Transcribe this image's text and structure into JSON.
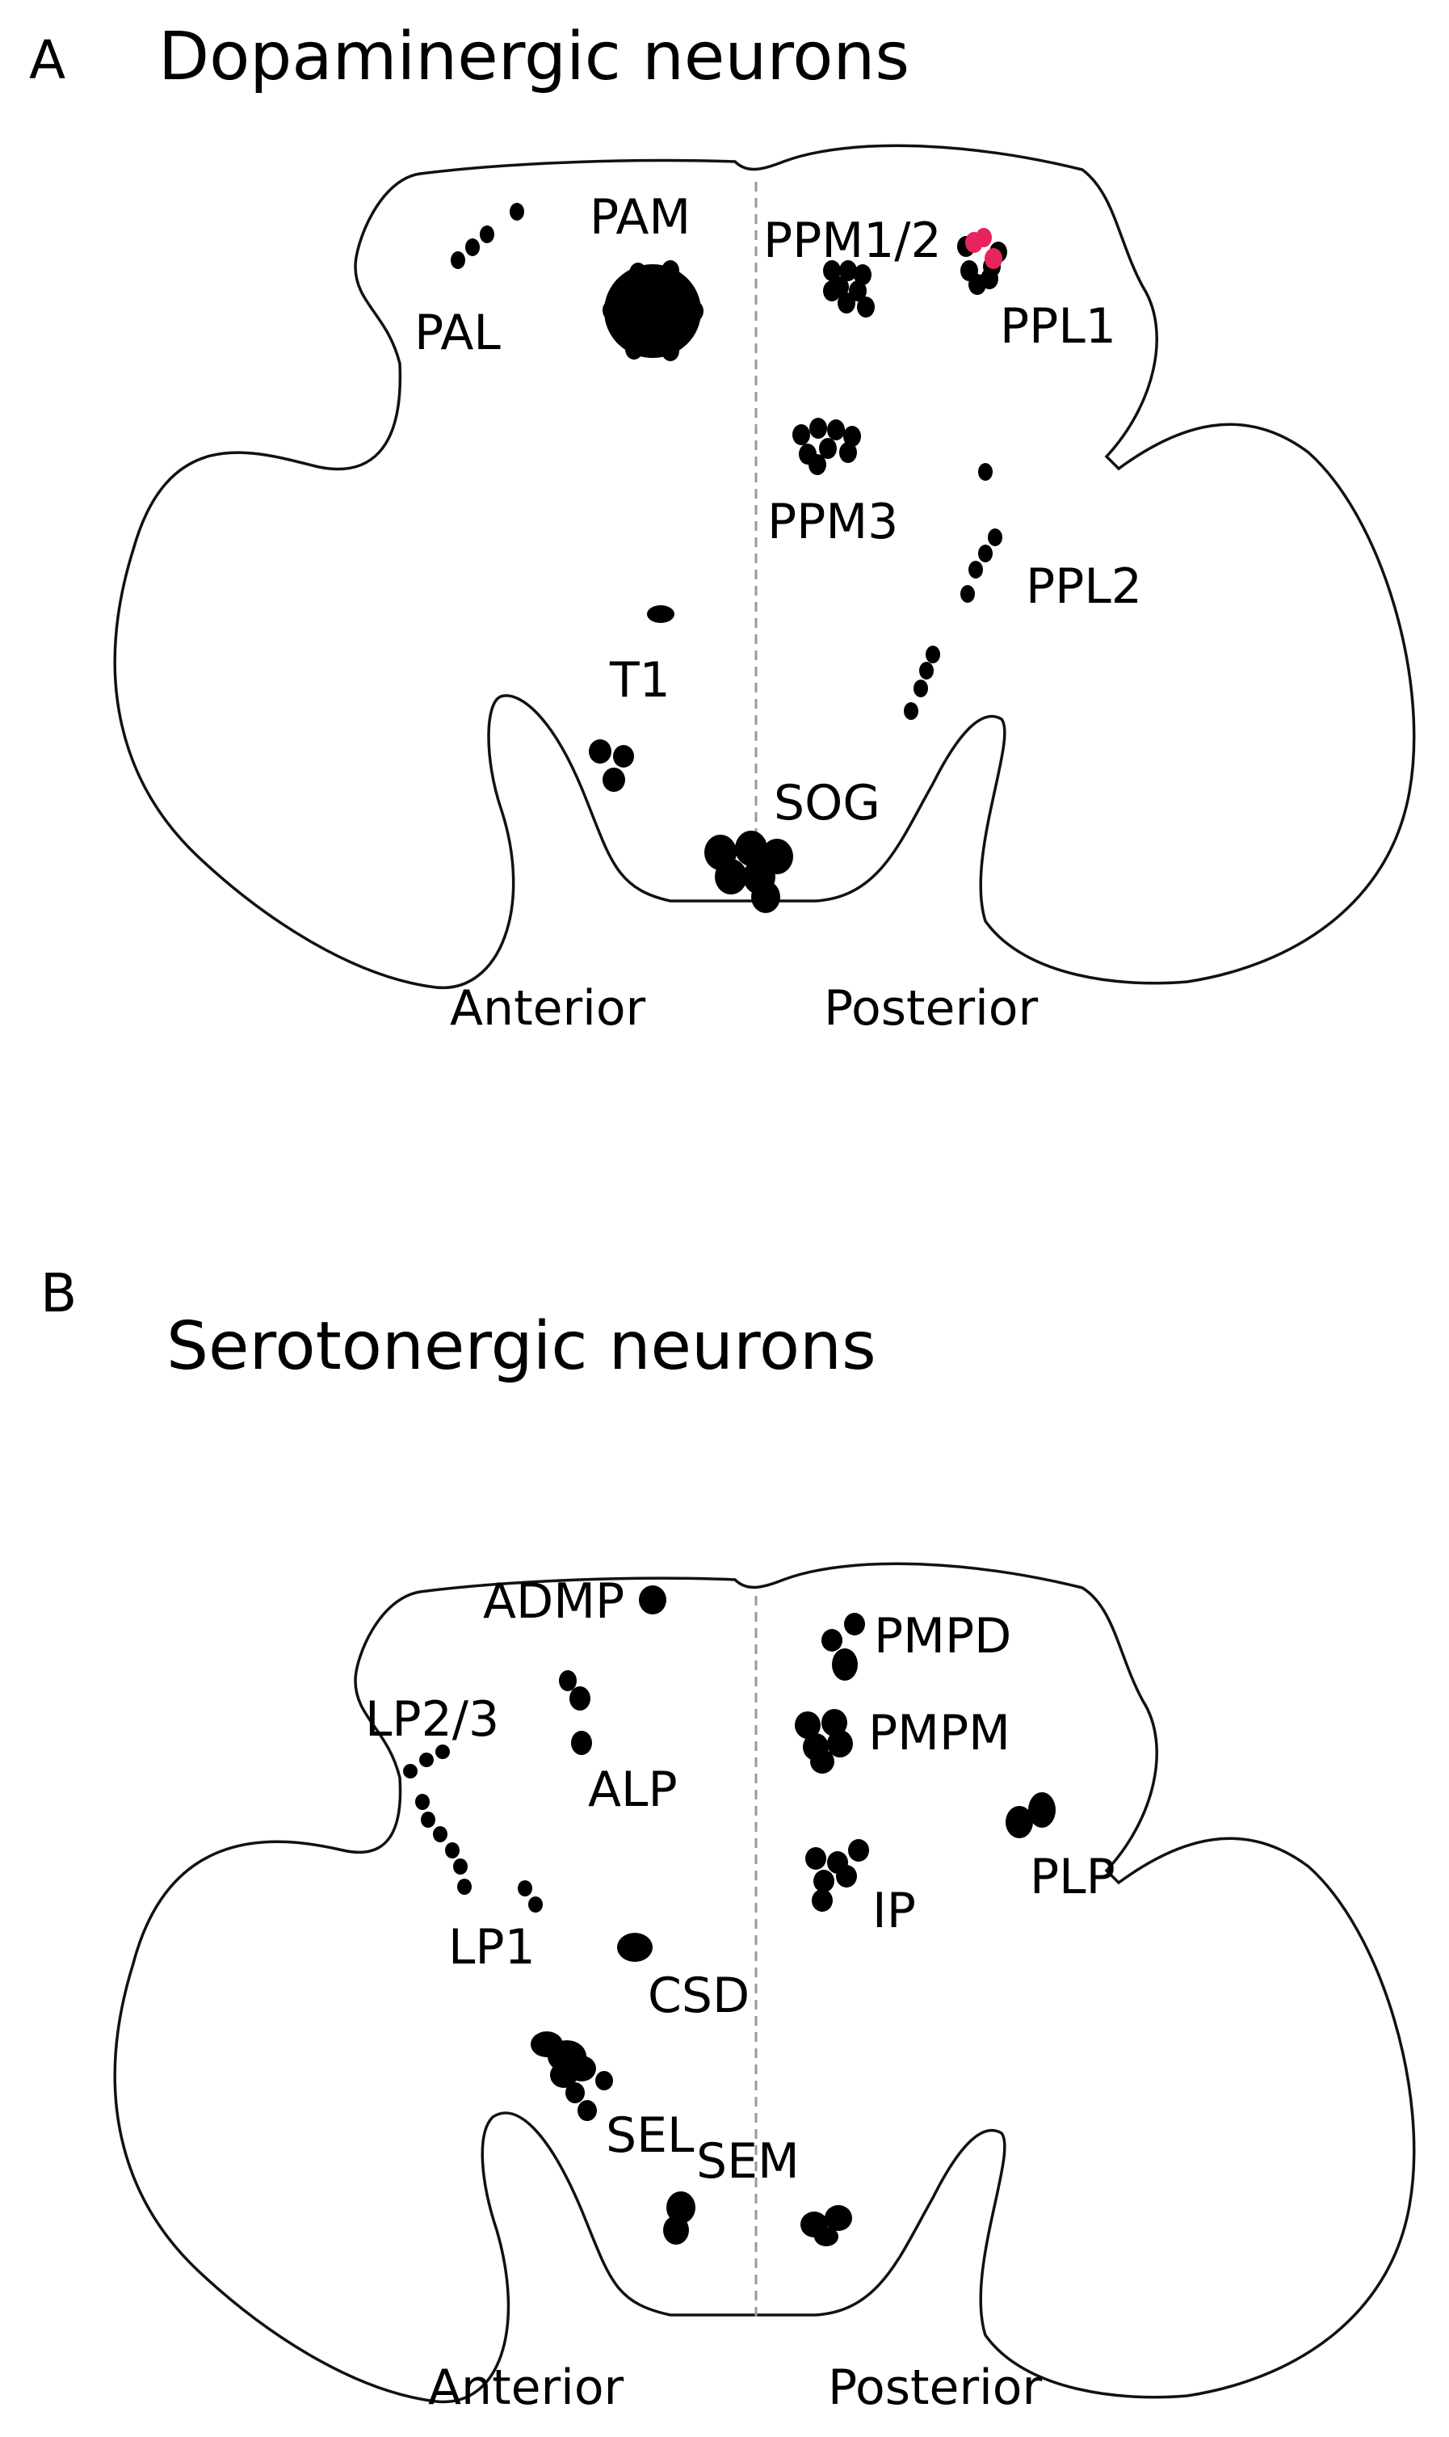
{
  "panel_a": {
    "letter": "A",
    "title": "Dopaminergic neurons",
    "clusters": {
      "pal": "PAL",
      "pam": "PAM",
      "ppm12": "PPM1/2",
      "ppl1": "PPL1",
      "ppm3": "PPM3",
      "ppl2": "PPL2",
      "t1": "T1",
      "sog": "SOG"
    },
    "anterior": "Anterior",
    "posterior": "Posterior"
  },
  "panel_b": {
    "letter": "B",
    "title": "Serotonergic neurons",
    "clusters": {
      "admp": "ADMP",
      "pmpd": "PMPD",
      "lp23": "LP2/3",
      "pmpm": "PMPM",
      "alp": "ALP",
      "plp": "PLP",
      "ip": "IP",
      "lp1": "LP1",
      "csd": "CSD",
      "sel": "SEL",
      "sem": "SEM"
    },
    "anterior": "Anterior",
    "posterior": "Posterior"
  },
  "colors": {
    "neuron": "#000000",
    "highlight": "#e8245c",
    "midline": "#999999"
  }
}
